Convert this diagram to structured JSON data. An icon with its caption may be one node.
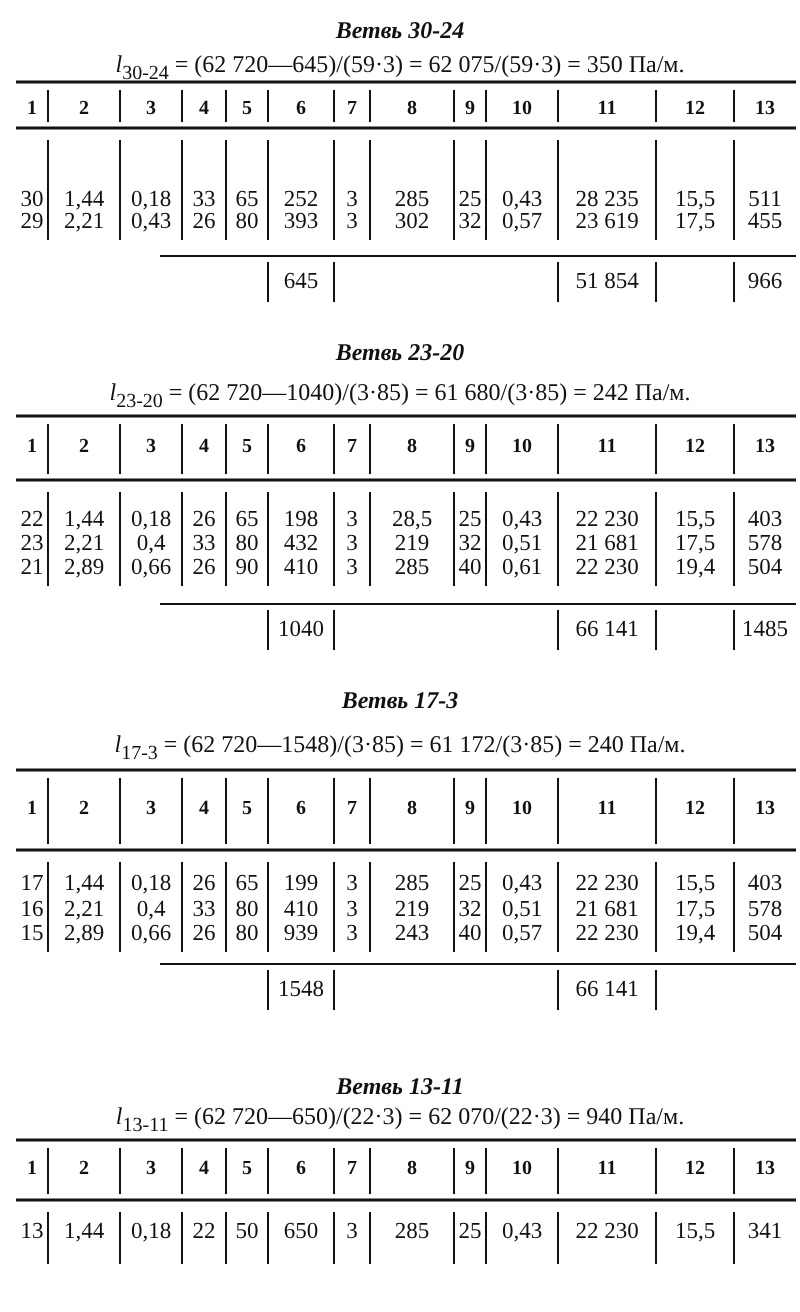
{
  "diagram": {
    "labels": [
      "Ветвь 30-24",
      "*l*$_{30-24}$ = (62 720—645)/(59·3) = 62 075/(59·3) = 350  Па/м.",
      "1",
      "2",
      "3",
      "4",
      "5",
      "6",
      "7",
      "8",
      "9",
      "10",
      "11",
      "12",
      "13",
      "30",
      "1,44",
      "0,18",
      "33",
      "65",
      "252",
      "3",
      "285",
      "25",
      "0,43",
      "28 235",
      "15,5",
      "511",
      "29",
      "2,21",
      "0,43",
      "26",
      "80",
      "393",
      "3",
      "302",
      "32",
      "0,57",
      "23 619",
      "17,5",
      "455",
      "645",
      "51 854",
      "966",
      "Ветвь 23-20",
      "*l*$_{23-20}$ = (62 720—1040)/(3·85) = 61 680/(3·85) = 242  Па/м.",
      "1",
      "2",
      "3",
      "4",
      "5",
      "6",
      "7",
      "8",
      "9",
      "10",
      "11",
      "12",
      "13",
      "22",
      "1,44",
      "0,18",
      "26",
      "65",
      "198",
      "3",
      "28,5",
      "25",
      "0,43",
      "22 230",
      "15,5",
      "403",
      "23",
      "2,21",
      "0,4",
      "33",
      "80",
      "432",
      "3",
      "219",
      "32",
      "0,51",
      "21 681",
      "17,5",
      "578",
      "21",
      "2,89",
      "0,66",
      "26",
      "90",
      "410",
      "3",
      "285",
      "40",
      "0,61",
      "22 230",
      "19,4",
      "504",
      "1040",
      "66 141",
      "1485",
      "Ветвь 17-3",
      "*l*$_{17-3}$ = (62 720—1548)/(3·85) = 61 172/(3·85) = 240  Па/м.",
      "1",
      "2",
      "3",
      "4",
      "5",
      "6",
      "7",
      "8",
      "9",
      "10",
      "11",
      "12",
      "13",
      "17",
      "1,44",
      "0,18",
      "26",
      "65",
      "199",
      "3",
      "285",
      "25",
      "0,43",
      "22 230",
      "15,5",
      "403",
      "16",
      "2,21",
      "0,4",
      "33",
      "80",
      "410",
      "3",
      "219",
      "32",
      "0,51",
      "21 681",
      "17,5",
      "578",
      "15",
      "2,89",
      "0,66",
      "26",
      "80",
      "939",
      "3",
      "243",
      "40",
      "0,57",
      "22 230",
      "19,4",
      "504",
      "1548",
      "66 141",
      "Ветвь 13-11",
      "*l*$_{13-11}$ = (62 720—650)/(22·3) = 62 070/(22·3) = 940  Па/м.",
      "1",
      "2",
      "3",
      "4",
      "5",
      "6",
      "7",
      "8",
      "9",
      "10",
      "11",
      "12",
      "13",
      "13",
      "1,44",
      "0,18",
      "22",
      "50",
      "650",
      "3",
      "285",
      "25",
      "0,43",
      "22 230",
      "15,5",
      "341"
    ]
  }
}
